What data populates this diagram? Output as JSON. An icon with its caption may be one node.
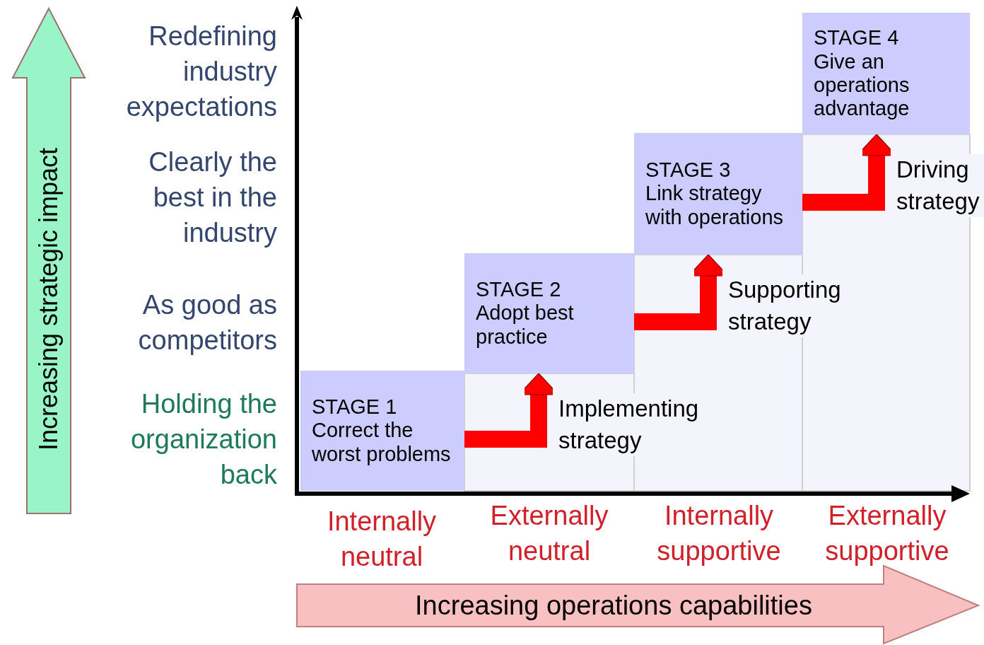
{
  "diagram": {
    "nodes": [
      {
        "text": [
          "STAGE 1",
          "Correct the worst problems"
        ]
      },
      {
        "text": [
          "STAGE 2",
          "Adopt best practice"
        ]
      },
      {
        "text": [
          "STAGE 3",
          "Link strategy with operations"
        ]
      },
      {
        "text": [
          "STAGE 4",
          "Give an operations advantage"
        ]
      },
      {
        "text": [
          "Increasing strategic impact"
        ]
      },
      {
        "text": [
          "Increasing operations capabilities"
        ]
      }
    ],
    "edges": [
      {
        "from": 0,
        "to": 1,
        "arrow": "to",
        "label": "Implementing strategy"
      },
      {
        "from": 1,
        "to": 2,
        "arrow": "to",
        "label": "Supporting strategy"
      },
      {
        "from": 2,
        "to": 3,
        "arrow": "to",
        "label": "Driving strategy"
      }
    ],
    "labels": [
      "Redefining industry expectations",
      "Clearly the best in the industry",
      "As good as competitors",
      "Holding the organization back",
      "Internally neutral",
      "Externally neutral",
      "Internally supportive",
      "Externally supportive"
    ]
  }
}
